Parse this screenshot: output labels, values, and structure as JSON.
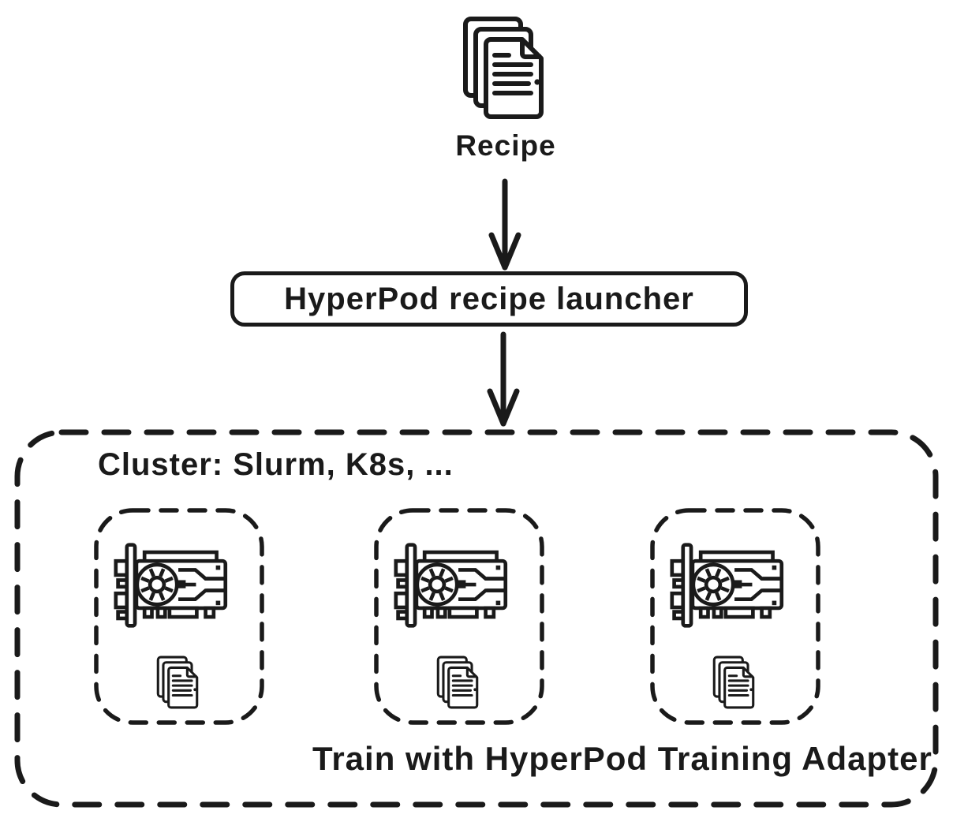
{
  "diagram": {
    "background_color": "#ffffff",
    "stroke_color": "#1a1a1a",
    "recipe": {
      "label": "Recipe",
      "icon": "documents-stack-icon"
    },
    "launcher": {
      "label": "HyperPod recipe launcher"
    },
    "arrows": [
      {
        "from": "recipe",
        "to": "launcher",
        "icon": "arrow-down"
      },
      {
        "from": "launcher",
        "to": "cluster",
        "icon": "arrow-down"
      }
    ],
    "cluster": {
      "label": "Cluster: Slurm, K8s, ...",
      "caption": "Train with HyperPod Training Adapter",
      "nodes": [
        {
          "id": "gpu-node-1",
          "icons": [
            "gpu-card-icon",
            "documents-stack-icon"
          ]
        },
        {
          "id": "gpu-node-2",
          "icons": [
            "gpu-card-icon",
            "documents-stack-icon"
          ]
        },
        {
          "id": "gpu-node-3",
          "icons": [
            "gpu-card-icon",
            "documents-stack-icon"
          ]
        }
      ]
    }
  }
}
